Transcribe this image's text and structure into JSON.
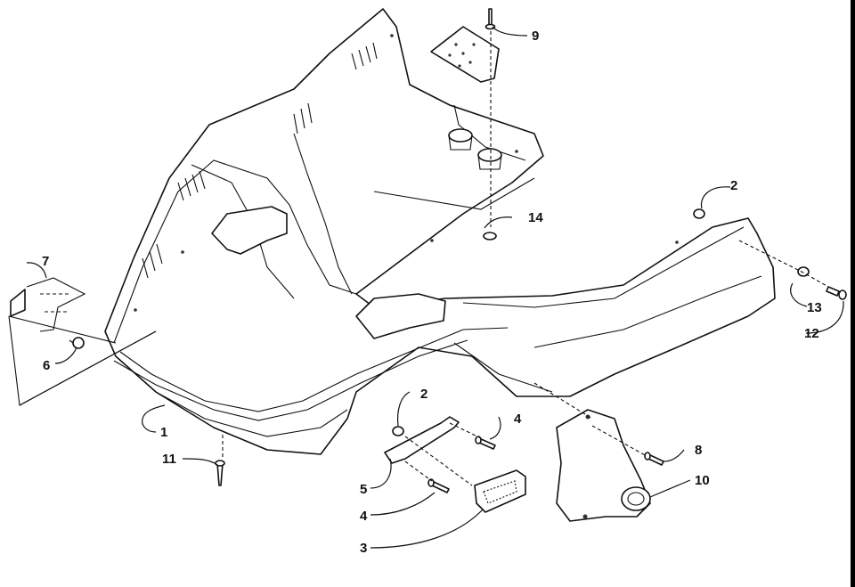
{
  "callouts": {
    "c1": "1",
    "c2a": "2",
    "c2b": "2",
    "c3": "3",
    "c4a": "4",
    "c4b": "4",
    "c5": "5",
    "c6": "6",
    "c7": "7",
    "c8": "8",
    "c9": "9",
    "c10": "10",
    "c11": "11",
    "c12": "12",
    "c13": "13",
    "c14": "14"
  }
}
